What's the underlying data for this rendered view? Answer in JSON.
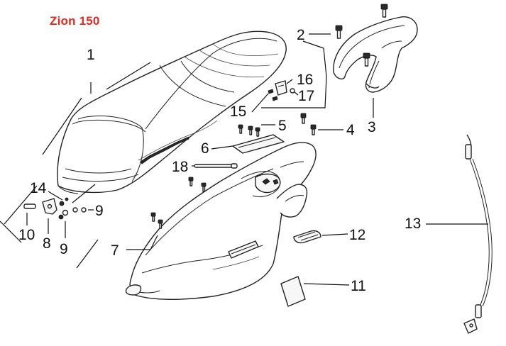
{
  "title": "Zion 150",
  "callouts": [
    "1",
    "2",
    "3",
    "4",
    "5",
    "6",
    "7",
    "8",
    "9",
    "9",
    "10",
    "11",
    "12",
    "13",
    "14",
    "15",
    "16",
    "17",
    "18"
  ]
}
